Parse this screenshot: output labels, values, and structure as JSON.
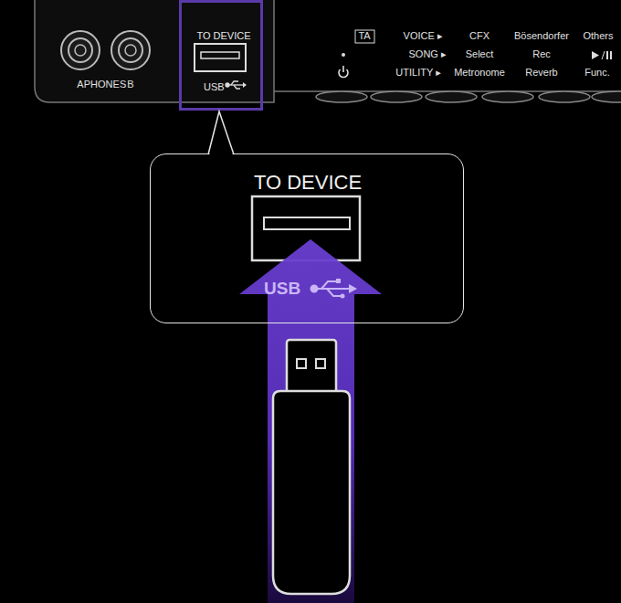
{
  "diagram": {
    "nodes": [
      {
        "text": [
          "TO DEVICE",
          "USB"
        ]
      },
      {
        "text": [
          "TO DEVICE",
          "USB"
        ]
      }
    ],
    "edges": [
      {
        "from": 0,
        "to": 1,
        "arrow": "none"
      }
    ],
    "labels": [
      "A",
      "PHONES",
      "B",
      "TA",
      "VOICE ▸",
      "SONG ▸",
      "UTILITY ▸",
      "CFX",
      "Select",
      "Metronome",
      "Bösendorfer",
      "Rec",
      "Reverb",
      "Others",
      "Func."
    ]
  }
}
